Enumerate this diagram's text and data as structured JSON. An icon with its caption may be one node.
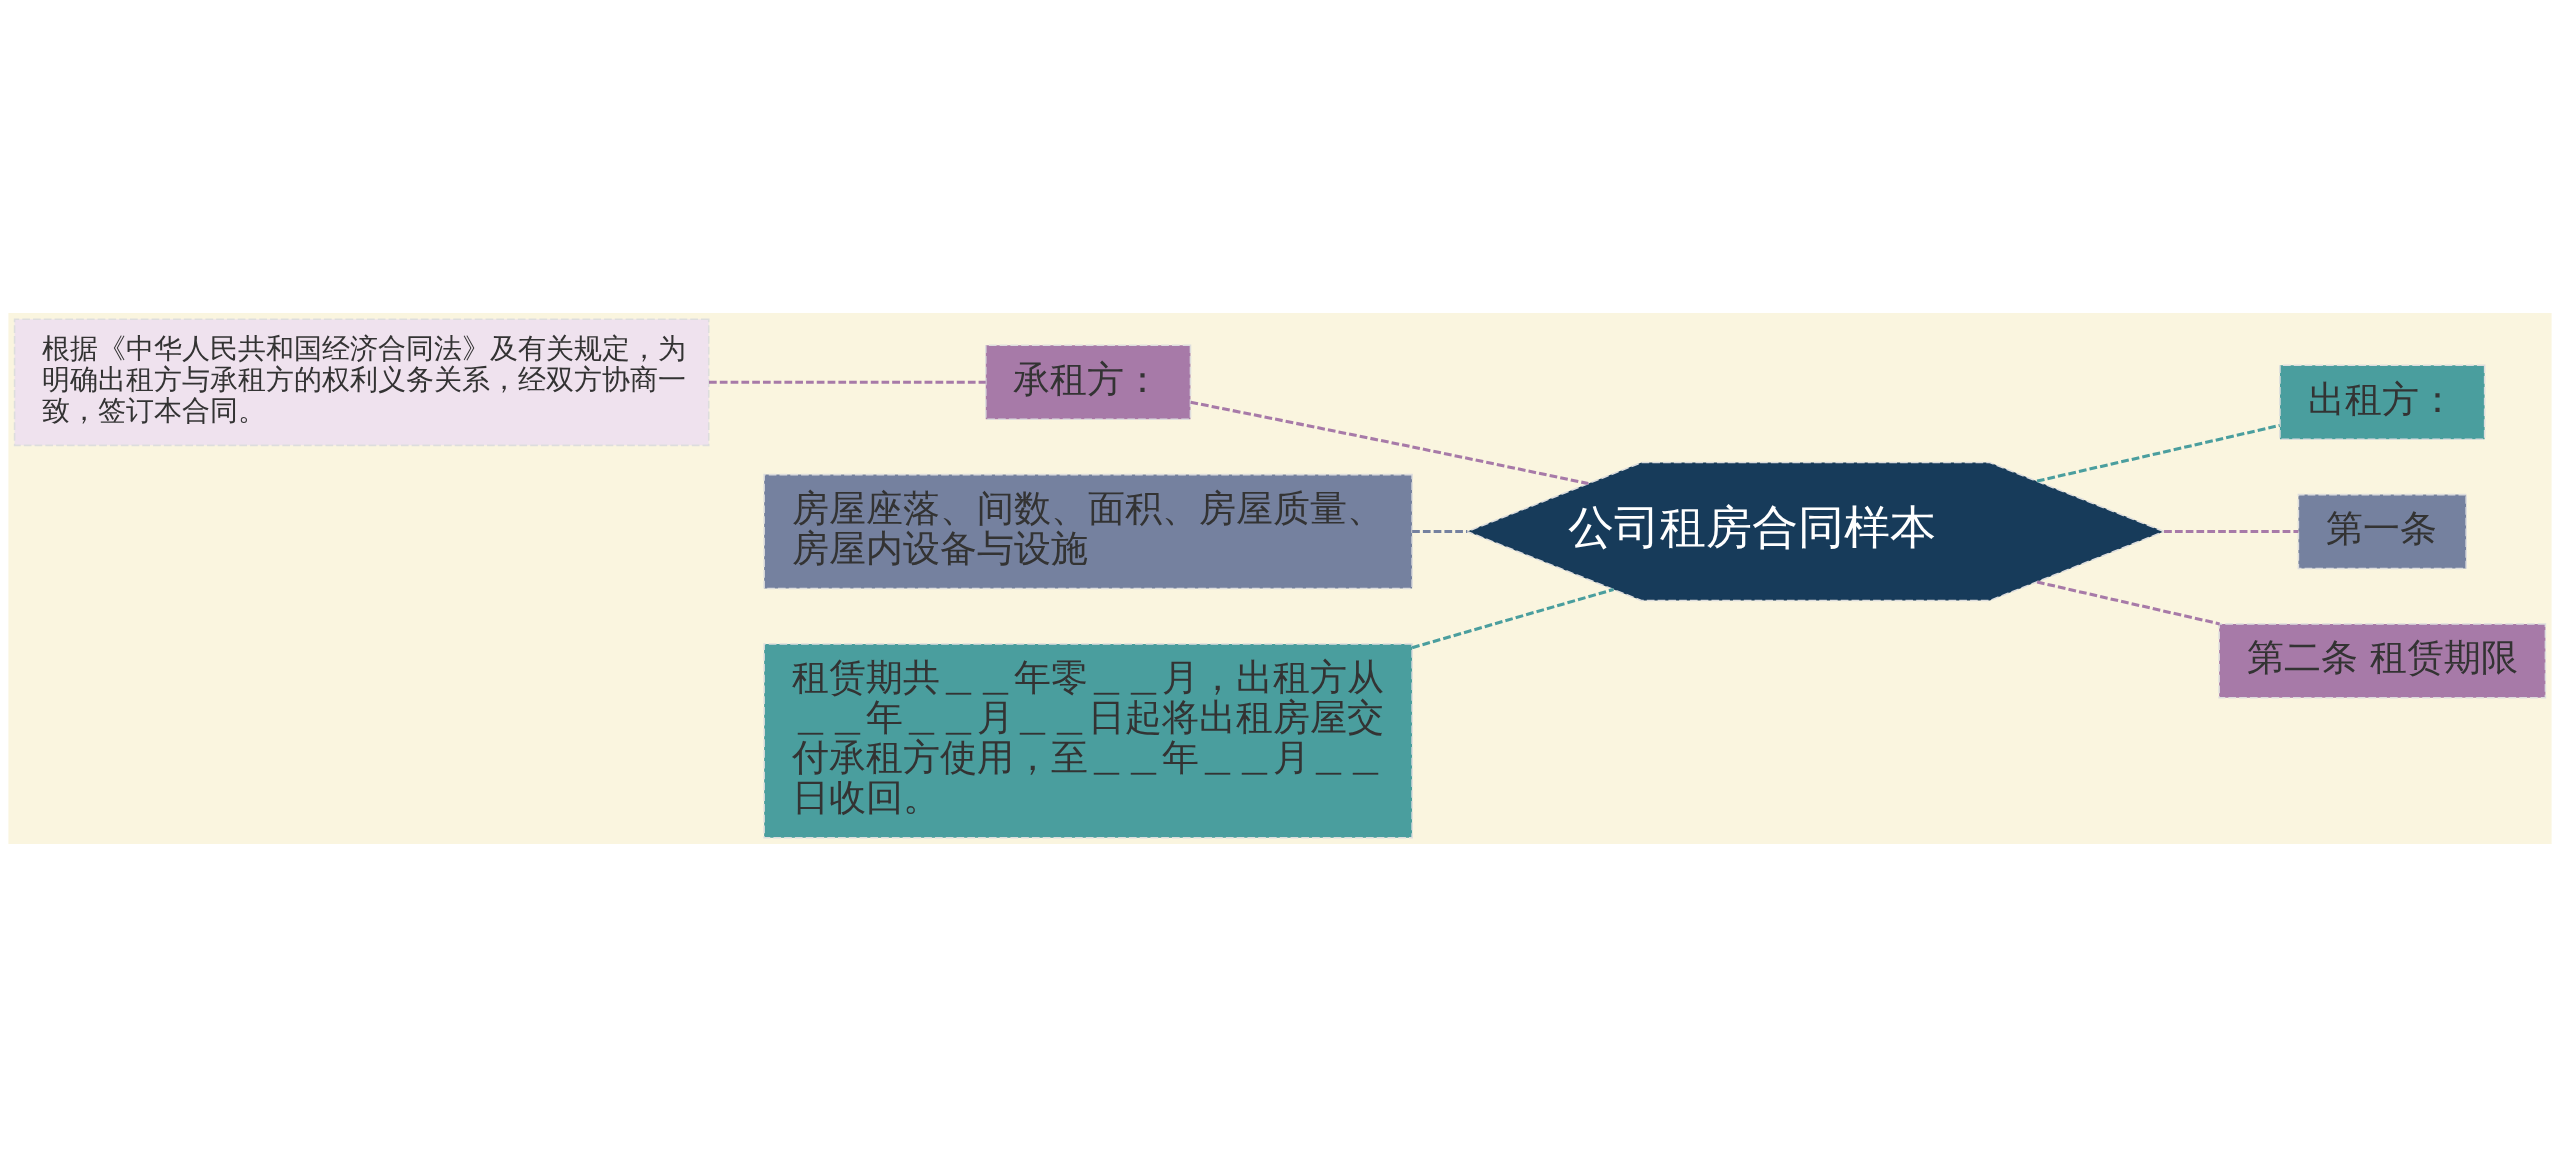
{
  "diagram": {
    "nodes": [
      {
        "text": [
          "公司租房合同样本"
        ]
      },
      {
        "text": [
          "承租方："
        ]
      },
      {
        "text": [
          "根据《中华人民共和国经济合同法》及有关规定，为明确出租方与承租方的权利义务关系，经双方协商一致，签订本合同。"
        ]
      },
      {
        "text": [
          "房屋座落、间数、面积、房屋质量、房屋内设备与设施"
        ]
      },
      {
        "text": [
          "租赁期共＿＿年零＿＿月，出租方从＿＿年＿＿月＿＿日起将出租房屋交付承租方使用，至＿＿年＿＿月＿＿日收回。"
        ]
      },
      {
        "text": [
          "出租方："
        ]
      },
      {
        "text": [
          "第一条"
        ]
      },
      {
        "text": [
          "第二条 租赁期限"
        ]
      }
    ],
    "edges": [
      {
        "from": 0,
        "to": 1,
        "arrow": "none",
        "style": "dashed",
        "color": "#a77aa8"
      },
      {
        "from": 1,
        "to": 2,
        "arrow": "none",
        "style": "dashed",
        "color": "#a77aa8"
      },
      {
        "from": 0,
        "to": 3,
        "arrow": "none",
        "style": "dashed",
        "color": "#75819f"
      },
      {
        "from": 0,
        "to": 4,
        "arrow": "none",
        "style": "dashed",
        "color": "#4a9e9e"
      },
      {
        "from": 0,
        "to": 5,
        "arrow": "none",
        "style": "dashed",
        "color": "#4a9e9e"
      },
      {
        "from": 0,
        "to": 6,
        "arrow": "none",
        "style": "dashed",
        "color": "#a77aa8"
      },
      {
        "from": 0,
        "to": 7,
        "arrow": "none",
        "style": "dashed",
        "color": "#a77aa8"
      }
    ]
  }
}
